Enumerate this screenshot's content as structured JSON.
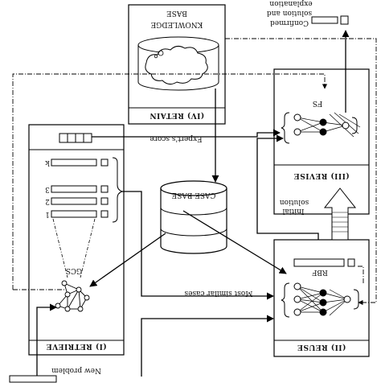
{
  "diagram": {
    "panels": {
      "retain_title": "(IV) RETAIN",
      "retrieve_title": "(I) RETRIEVE",
      "reuse_title": "(II) REUSE",
      "revise_title": "(III) REVISE"
    },
    "labels": {
      "knowledge": "KNOWLEDGE",
      "base": "BASE",
      "case_base": "CASE BASE",
      "gcs": "GCS",
      "rbf": "RBF",
      "fs": "FS",
      "experts_score": "Expert's score",
      "most_similar_cases": "Most similar cases",
      "new_problem": "New problem",
      "initial": "Initial",
      "solution": "solution",
      "confirmed": "Confirmed",
      "solution_and": "solution and",
      "explanation": "explanation"
    },
    "list_items": [
      "1",
      "2",
      "3",
      "k"
    ]
  }
}
